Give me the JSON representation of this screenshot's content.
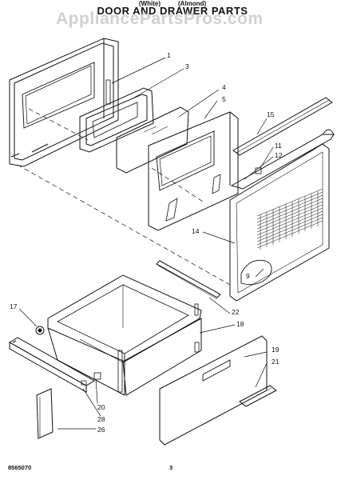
{
  "header": {
    "title": "DOOR AND DRAWER PARTS",
    "models_line": "",
    "variant_1": "(White)",
    "variant_2": "(Almond)"
  },
  "watermark": "AppliancePartsPros.com",
  "callouts": [
    "1",
    "3",
    "4",
    "5",
    "15",
    "11",
    "12",
    "14",
    "9",
    "17",
    "22",
    "18",
    "19",
    "21",
    "20",
    "28",
    "26"
  ],
  "footer": {
    "code": "8565070",
    "page": "3"
  }
}
